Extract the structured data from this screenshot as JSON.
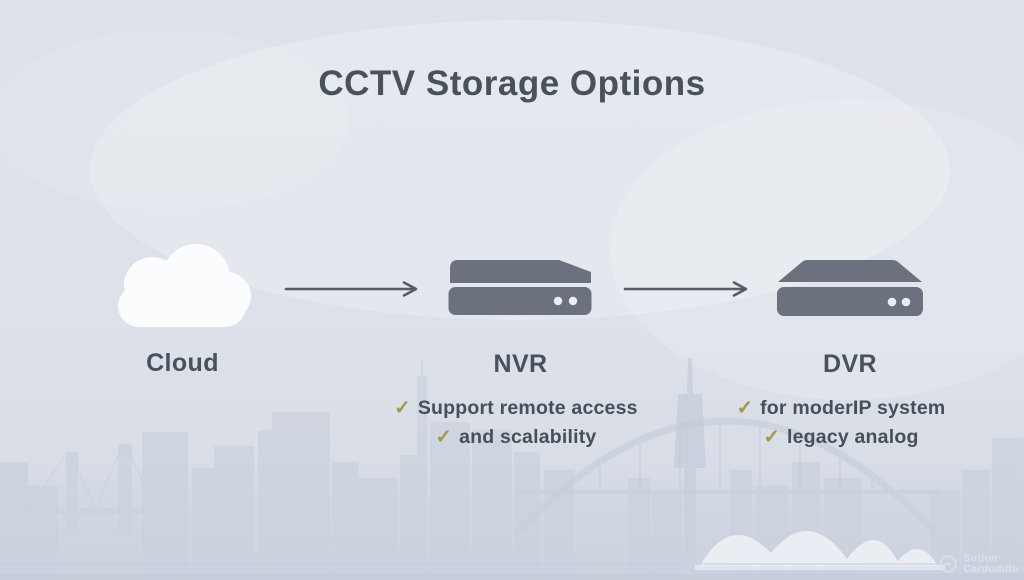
{
  "title": "CCTV Storage Options",
  "glyphs": {
    "check": "✓"
  },
  "nodes": [
    {
      "id": "cloud",
      "label": "Cloud",
      "icon": "cloud-icon",
      "bullets": []
    },
    {
      "id": "nvr",
      "label": "NVR",
      "icon": "nvr-recorder-icon",
      "bullets": [
        "Support remote access",
        "and scalability"
      ]
    },
    {
      "id": "dvr",
      "label": "DVR",
      "icon": "dvr-recorder-icon",
      "bullets": [
        "for moderIP system",
        "legacy analog"
      ]
    }
  ],
  "arrows": [
    {
      "from": "cloud",
      "to": "nvr"
    },
    {
      "from": "nvr",
      "to": "dvr"
    }
  ],
  "watermark": {
    "line1": "Sotlon",
    "line2": "Cardudide"
  },
  "colors": {
    "background": "#dde1e9",
    "heading_text": "#49515b",
    "body_text": "#475059",
    "device_gray": "#6b727d",
    "check_olive": "#a39740",
    "arrow": "#565d66",
    "skyline": "#c7ceda",
    "cloud_white": "#fbfcfe"
  },
  "background_scene": "faint city skyline with harbour bridge and opera house"
}
